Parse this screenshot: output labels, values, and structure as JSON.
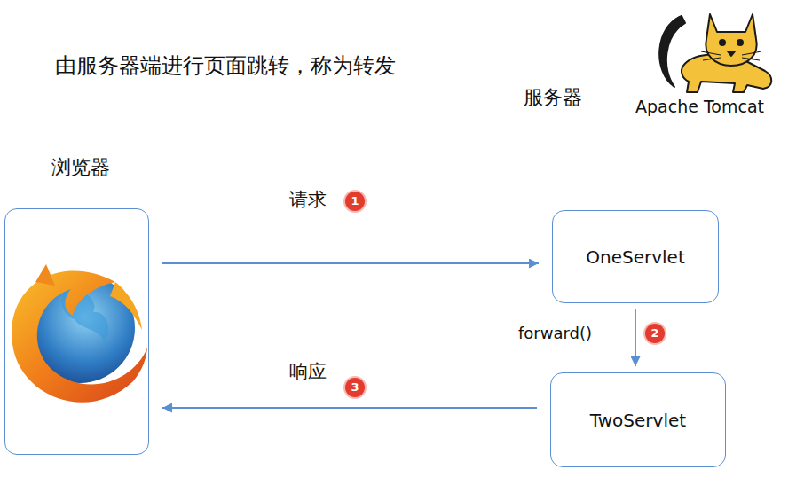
{
  "diagram": {
    "title": "由服务器端进行页面跳转，称为转发",
    "nodes": [
      {
        "text": [
          "浏览器"
        ]
      },
      {
        "text": [
          "服务器"
        ]
      },
      {
        "text": [
          "OneServlet"
        ],
        "in": 1
      },
      {
        "text": [
          "TwoServlet"
        ],
        "in": 1
      }
    ],
    "edges": [
      {
        "from": 0,
        "to": 2,
        "label": "请求",
        "arrow": "to"
      },
      {
        "from": 2,
        "to": 3,
        "label": "forward()",
        "arrow": "to"
      },
      {
        "from": 3,
        "to": 0,
        "label": "响应",
        "arrow": "to"
      }
    ],
    "labels": [
      "Apache Tomcat",
      "1",
      "2",
      "3"
    ]
  }
}
